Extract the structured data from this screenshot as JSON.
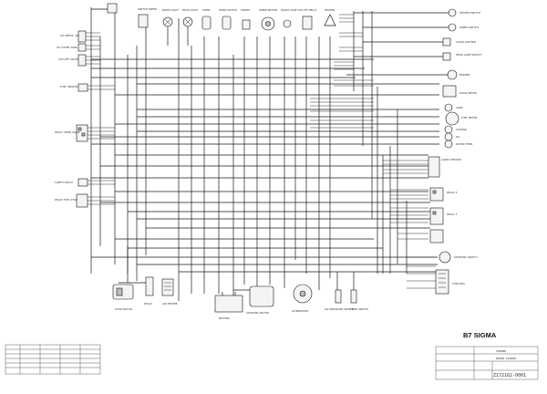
{
  "diagram": {
    "model_title": "B7 SIGMA",
    "title_block": {
      "maker": "SYNCBND",
      "drawing_name": "WIRING DIAGRAM",
      "drawing_number": "Z172162-0001"
    },
    "left_labels": {
      "oil_pressure": "OIL PRESS. SW",
      "oil_filter_tank": "OIL FILTER TANK",
      "cut_off_valve": "CUT-OFF VALVE",
      "fuel_sensor": "FUEL SENSOR",
      "relay_horn_valve": "RELAY HORN VALVE",
      "safety_relay": "SAFETY RELAY",
      "relay_fuel_stop": "RELAY FUEL STOP"
    },
    "top_labels": {
      "switch_speed": "SWITCH SPEED",
      "boom_light": "BOOM LIGHT",
      "head_light": "HEAD LIGHT",
      "horn": "HORN",
      "horn_switch": "HORN SWITCH",
      "travel": "TRAVEL",
      "wiper_motor": "WIPER MOTOR",
      "room_lamp": "ROOM LAMP",
      "cut_off_relay": "CUT-OFF RELAY",
      "heater": "HEATER"
    },
    "right_labels": {
      "heater_switch": "HEATER SWITCH",
      "wiper_switch": "WIPER SWITCH",
      "cigar_lighter": "CIGAR LIGHTER",
      "head_lamp_switch": "HEAD LAMP SWITCH",
      "buzzer": "BUZZER",
      "hour_meter": "HOUR METER",
      "lamp": "LAMP",
      "fuel_meter": "FUEL METER",
      "charge": "CHARGE",
      "oil": "OIL",
      "water_temp": "WATER TEMP.",
      "lamp_checker": "LAMP CHECKER",
      "relay_4": "RELAY 4",
      "relay_3": "RELAY 3",
      "starting_switch": "STARTING SWITCH",
      "fuse_box": "FUSE BOX"
    },
    "bottom_labels": {
      "stop_motor": "STOP MOTOR",
      "air_heater": "AIR HEATER",
      "relay": "RELAY",
      "battery": "BATTERY",
      "starting_motor": "STARTING MOTOR",
      "alternator": "ALTERNATOR",
      "oil_pressure_switch": "OIL PRESSURE SWITCH",
      "temp_switch": "TEMP. SWITCH"
    }
  }
}
